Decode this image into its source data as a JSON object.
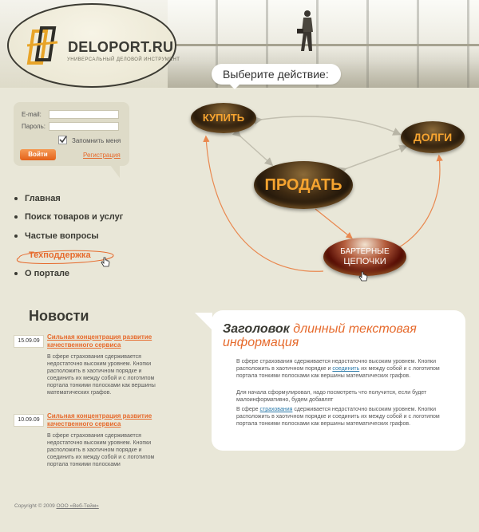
{
  "site": {
    "logo_text": "DELOPORT.RU",
    "tagline": "УНИВЕРСАЛЬНЫЙ ДЕЛОВОЙ ИНСТРУМЕНТ",
    "choose_action": "Выберите действие:"
  },
  "login": {
    "email_label": "E-mail:",
    "password_label": "Пароль:",
    "email_value": "",
    "password_value": "",
    "remember_label": "Запомнить меня",
    "submit_label": "Войти",
    "register_label": "Регистрация"
  },
  "nav": [
    {
      "label": "Главная"
    },
    {
      "label": "Поиск товаров и услуг"
    },
    {
      "label": "Частые вопросы"
    },
    {
      "label": "Техподдержка"
    },
    {
      "label": "О портале"
    }
  ],
  "actions": {
    "buy": "КУПИТЬ",
    "debts": "ДОЛГИ",
    "sell": "ПРОДАТЬ",
    "barter_line1": "БАРТЕРНЫЕ",
    "barter_line2": "ЦЕПОЧКИ"
  },
  "news": {
    "title": "Новости",
    "items": [
      {
        "date": "15.09.09",
        "headline": "Сильная концентрация развитие качественного сервиса",
        "text": "В сфере страхования сдерживается недостаточно высоким уровнем. Кнопки расположить в хаотичном порядке и соединить их между собой и с логотипом портала тонкими полосками как вершины математических графов."
      },
      {
        "date": "10.09.09",
        "headline": "Сильная концентрация развитие качественного сервиса",
        "text": "В сфере страхования сдерживается недостаточно высоким уровнем. Кнопки расположить в хаотичном порядке и соединить их между собой и с логотипом портала тонкими полосками"
      }
    ]
  },
  "article": {
    "title_dark": "Заголовок",
    "title_orange": "длинный текстовая информация",
    "p1_before": "В сфере страхования сдерживается недостаточно высоким уровнем. Кнопки расположить в хаотичном порядке и ",
    "p1_link": "соединить",
    "p1_after": " их между собой и с логотипом портала тонкими полосками как вершины математических графов.",
    "p2": "Для начала сформулировал, надо посмотреть что получится, если будет малоинформативно, будем добавлят",
    "p3_before": "В сфере ",
    "p3_link": "страхования",
    "p3_after": " сдерживается недостаточно высоким уровнем. Кнопки расположить в хаотичном порядке и соединить их между собой и с логотипом портала тонкими полосками как вершины математических графов."
  },
  "footer": {
    "copyright": "Copyright © 2009",
    "company": "ООО «Веб-Тейм»"
  },
  "colors": {
    "background": "#e9e7d8",
    "accent": "#e66a2c",
    "text": "#3a3a33"
  }
}
